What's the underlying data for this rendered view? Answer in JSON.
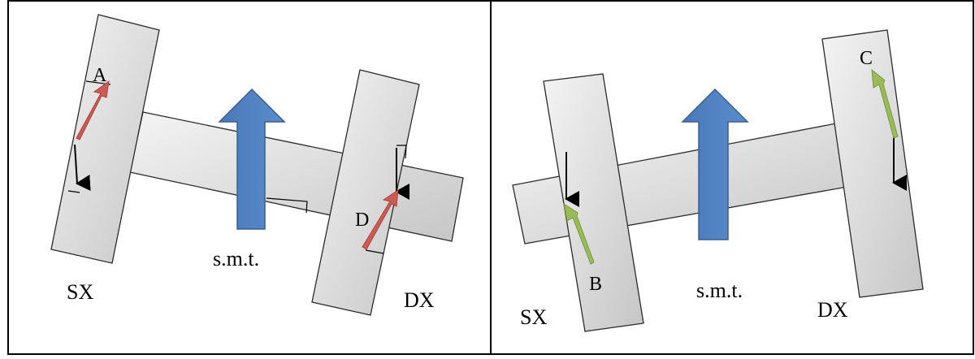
{
  "colors": {
    "wheel_fill_light": "#f4f4f4",
    "wheel_fill_dark": "#c6c6c6",
    "outline": "#2b2b2b",
    "travel_arrow": "#4f7fbe",
    "travel_arrow_stroke": "#3a5f8f",
    "left_panel_velocity": "#cd5a55",
    "right_panel_velocity": "#9bbb59",
    "angle_arrow": "#000000",
    "border": "#000000"
  },
  "panels": [
    {
      "wheel_labels": {
        "left": "SX",
        "right": "DX"
      },
      "travel_label": "s.m.t.",
      "points": [
        "A",
        "D"
      ]
    },
    {
      "wheel_labels": {
        "left": "SX",
        "right": "DX"
      },
      "travel_label": "s.m.t.",
      "points": [
        "B",
        "C"
      ]
    }
  ]
}
